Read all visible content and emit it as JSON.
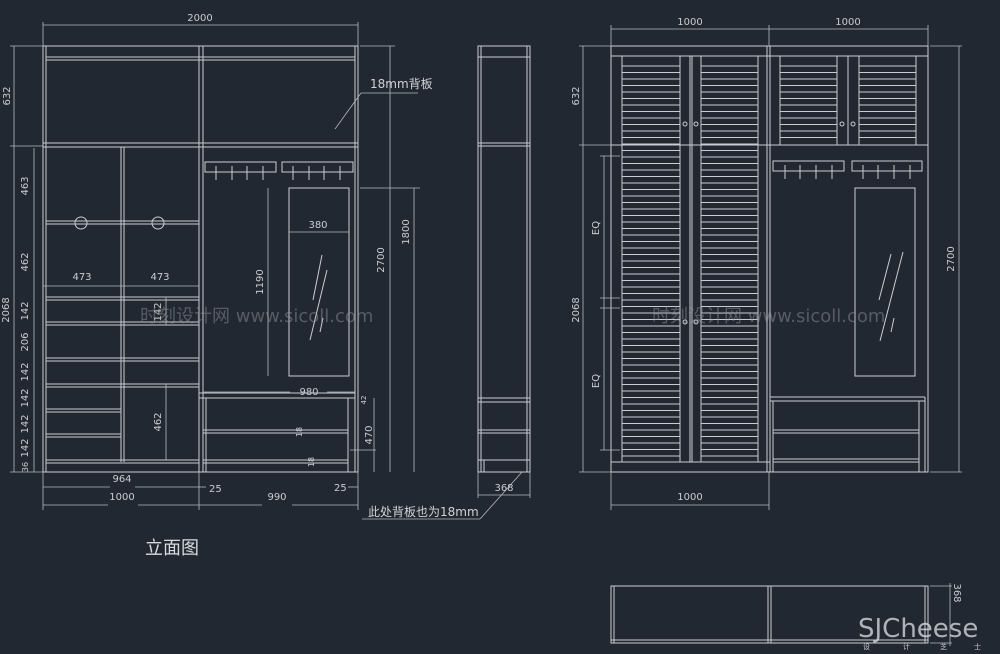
{
  "drawing_title": "立面图",
  "notes": {
    "back_panel": "18mm背板",
    "back_panel_here": "此处背板也为18mm"
  },
  "left_elevation": {
    "overall_width": "2000",
    "top_height": "632",
    "lower_height": "2068",
    "total_height": "2700",
    "section_heights": [
      "463",
      "462",
      "142",
      "206",
      "142",
      "142",
      "142",
      "142",
      "36"
    ],
    "column_widths": [
      "473",
      "473"
    ],
    "inner_shelf_142": "142",
    "inner_462": "462",
    "mirror_width": "380",
    "mirror_height": "1190",
    "mirror_bottom": "1800",
    "bench_width": "980",
    "bench_height": "470",
    "bench_top": "42",
    "board_18a": "18",
    "board_18b": "18",
    "bottom_964": "964",
    "bottom_1000": "1000",
    "gap_left": "25",
    "bottom_990": "990",
    "gap_right": "25"
  },
  "side_view": {
    "depth": "368"
  },
  "right_elevation": {
    "width_left": "1000",
    "width_right": "1000",
    "top_height": "632",
    "lower_height": "2068",
    "total_height": "2700",
    "eq_top": "EQ",
    "eq_bottom": "EQ",
    "bottom_width": "1000"
  },
  "plan_view": {
    "depth": "368"
  },
  "watermarks": {
    "site": "时刻设计网 www.sicoll.com",
    "logo": "SJCheese",
    "logo_sub": [
      "设",
      "计",
      "芝",
      "士"
    ]
  },
  "colors": {
    "background": "#222832",
    "line": "#c9cdd2"
  }
}
